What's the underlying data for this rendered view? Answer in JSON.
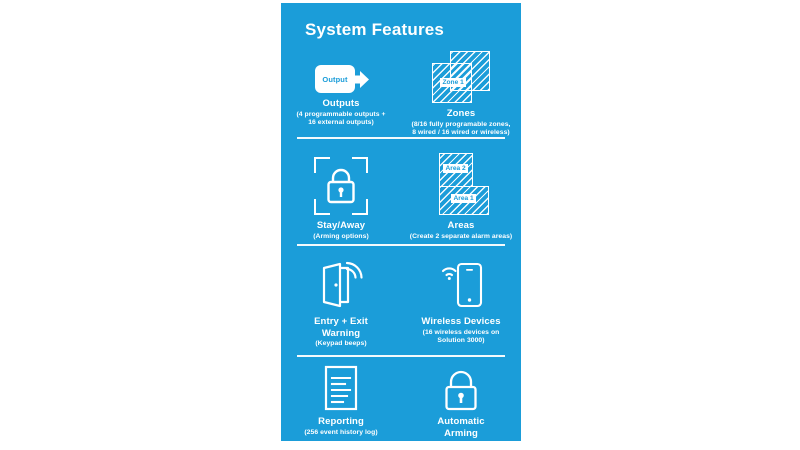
{
  "panel": {
    "background_color": "#1b9dd9",
    "title": "System Features"
  },
  "features": [
    {
      "id": "outputs",
      "icon": "output-arrow-icon",
      "badge_label": "Output",
      "title": "Outputs",
      "subtitle": "(4 programmable outputs +\n16 external outputs)",
      "subtitle_line1": "(4 programmable outputs +",
      "subtitle_line2": "16 external outputs)"
    },
    {
      "id": "zones",
      "icon": "zones-grid-icon",
      "badge_label": "Zone 1",
      "title": "Zones",
      "subtitle_line1": "(8/16 fully programable zones,",
      "subtitle_line2": "8 wired / 16 wired or wireless)"
    },
    {
      "id": "stay-away",
      "icon": "padlock-focus-frame-icon",
      "title": "Stay/Away",
      "subtitle_line1": "(Arming options)",
      "subtitle_line2": ""
    },
    {
      "id": "areas",
      "icon": "areas-floorplan-icon",
      "badge_label_1": "Area 1",
      "badge_label_2": "Area 2",
      "title": "Areas",
      "subtitle_line1": "(Create 2 separate alarm areas)",
      "subtitle_line2": ""
    },
    {
      "id": "entry-exit-warning",
      "icon": "open-door-signal-icon",
      "title_line1": "Entry + Exit",
      "title_line2": "Warning",
      "subtitle_line1": "(Keypad beeps)",
      "subtitle_line2": ""
    },
    {
      "id": "wireless-devices",
      "icon": "phone-wifi-icon",
      "title": "Wireless Devices",
      "subtitle_line1": "(16 wireless devices on",
      "subtitle_line2": "Solution 3000)"
    },
    {
      "id": "reporting",
      "icon": "document-lines-icon",
      "title": "Reporting",
      "subtitle_line1": "(256 event history log)",
      "subtitle_line2": ""
    },
    {
      "id": "automatic-arming",
      "icon": "padlock-icon",
      "title_line1": "Automatic",
      "title_line2": "Arming",
      "subtitle_line1": "",
      "subtitle_line2": ""
    }
  ],
  "colors": {
    "panel_blue": "#1b9dd9",
    "white": "#ffffff",
    "page_background": "#ffffff"
  }
}
